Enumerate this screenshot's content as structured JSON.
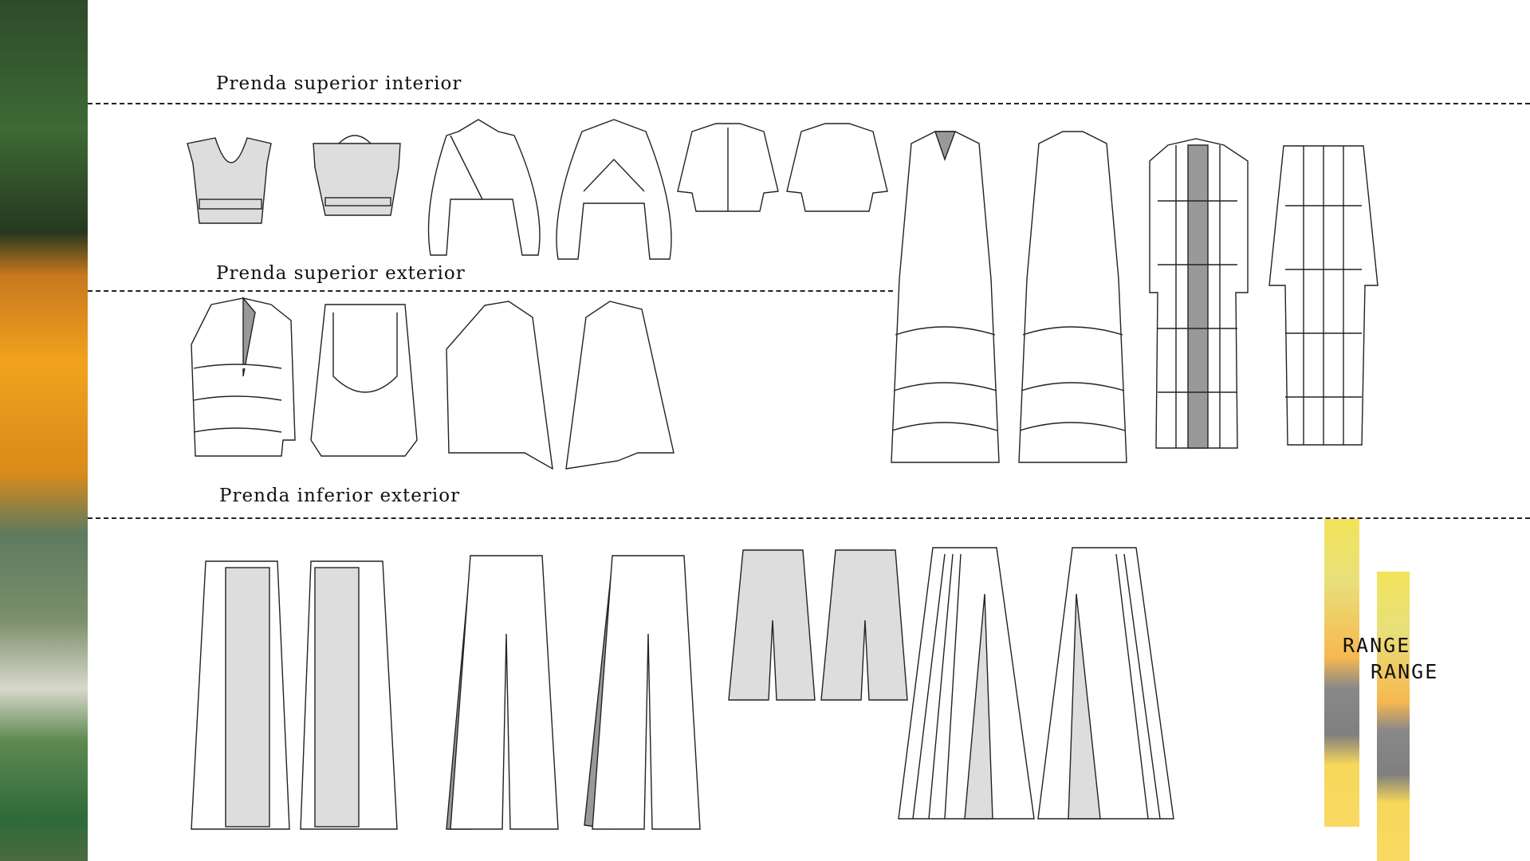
{
  "sections": [
    {
      "title": "Prenda superior interior"
    },
    {
      "title": "Prenda superior exterior"
    },
    {
      "title": "Prenda inferior exterior"
    }
  ],
  "brand": {
    "logo_line_1": "RANGE",
    "logo_line_2": "RANGE",
    "colors": {
      "yellow": "#f2e35a",
      "orange": "#f7b850",
      "gray": "#7f7f7f"
    }
  }
}
